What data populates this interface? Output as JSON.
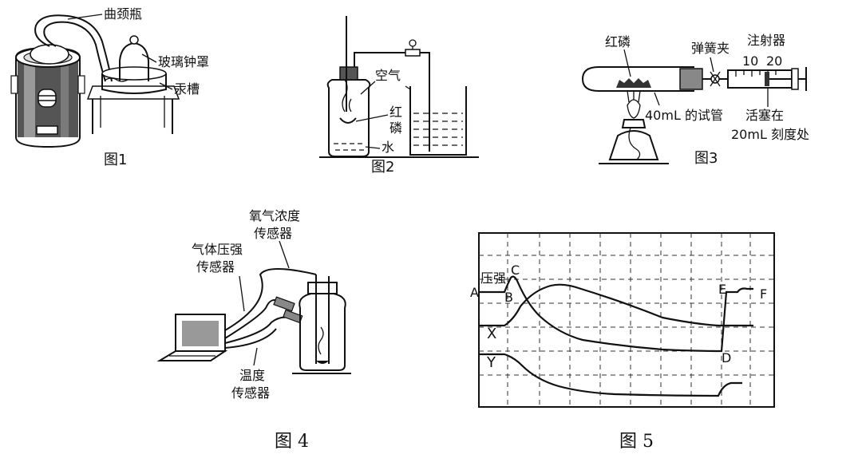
{
  "fig1": {
    "caption": "图1",
    "labels": {
      "flask": "曲颈瓶",
      "bell": "玻璃钟罩",
      "trough": "汞槽"
    }
  },
  "fig2": {
    "caption": "图2",
    "labels": {
      "air": "空气",
      "phos_1": "红",
      "phos_2": "磷",
      "water": "水"
    }
  },
  "fig3": {
    "caption": "图3",
    "labels": {
      "red_phos": "红磷",
      "clip": "弹簧夹",
      "syringe": "注射器",
      "scale_10": "10",
      "scale_20": "20",
      "tube": "40mL 的试管",
      "piston_1": "活塞在",
      "piston_2": "20mL 刻度处"
    }
  },
  "fig4": {
    "caption": "图 4",
    "labels": {
      "oxy_1": "氧气浓度",
      "oxy_2": "传感器",
      "press_1": "气体压强",
      "press_2": "传感器",
      "temp_1": "温度",
      "temp_2": "传感器"
    }
  },
  "fig5": {
    "caption": "图 5",
    "labels": {
      "pressure": "压强",
      "A": "A",
      "B": "B",
      "C": "C",
      "D": "D",
      "E": "E",
      "F": "F",
      "X": "X",
      "Y": "Y"
    }
  }
}
